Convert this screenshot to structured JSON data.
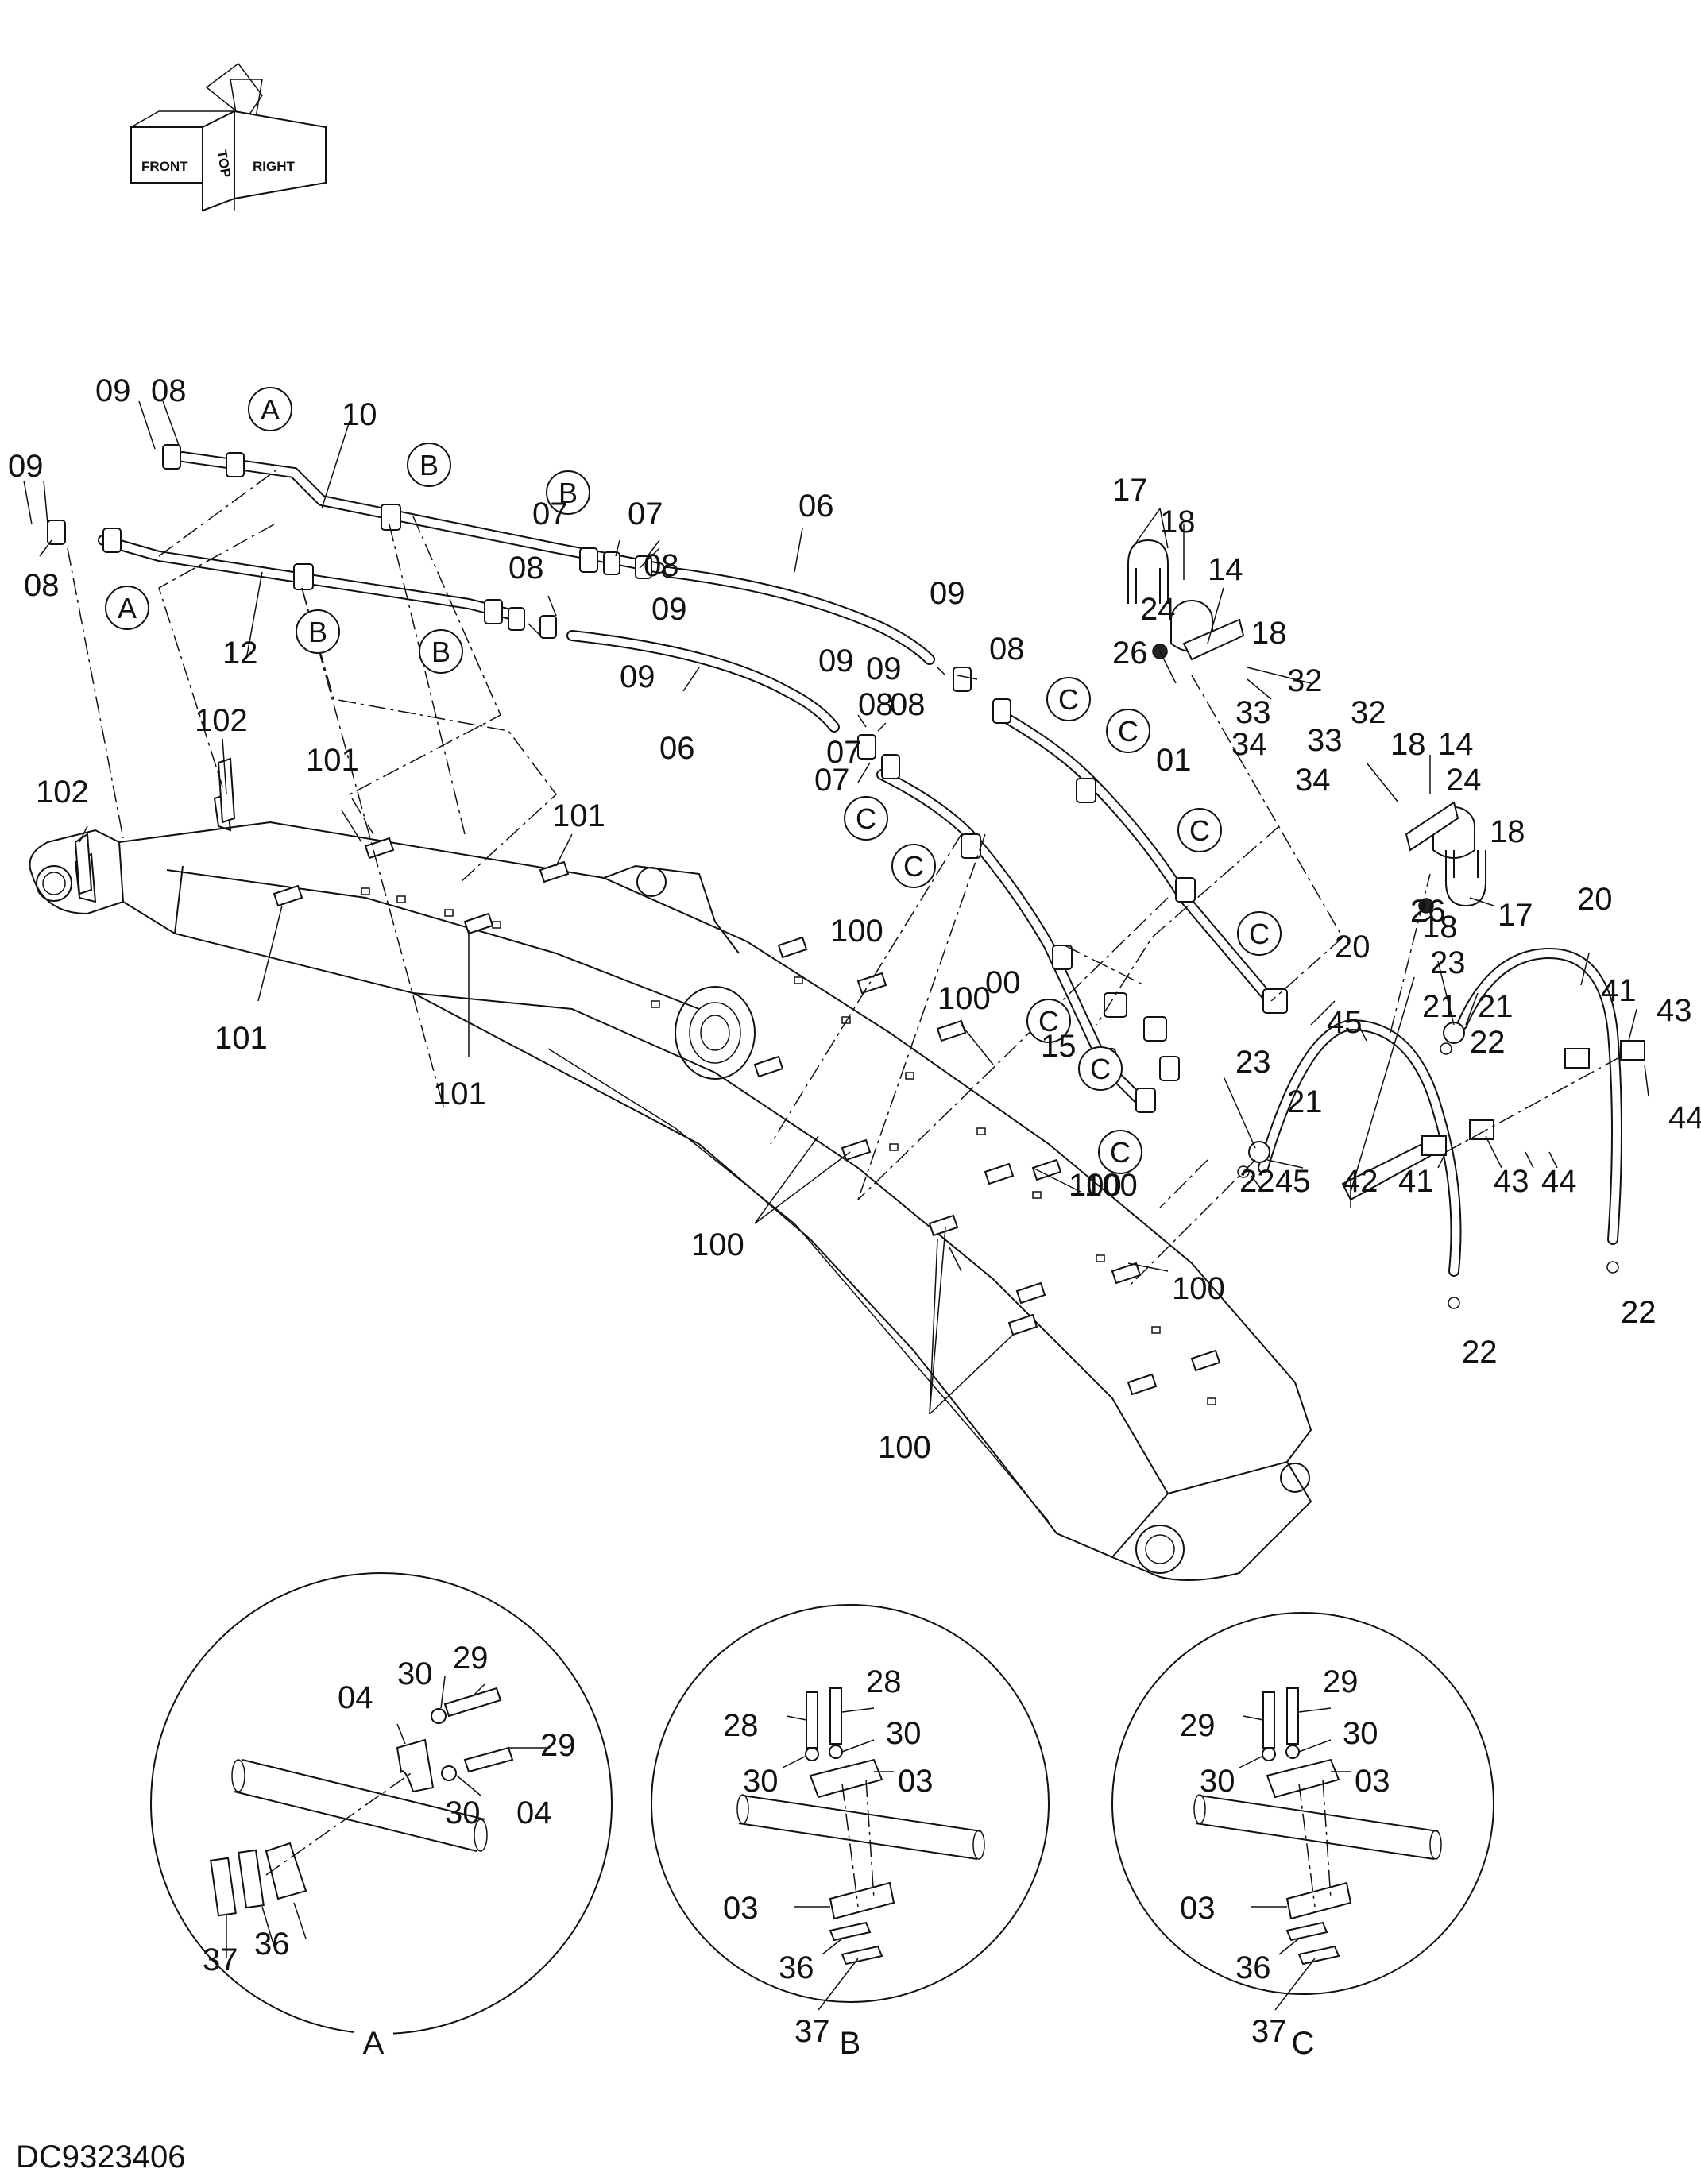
{
  "diagram": {
    "code": "DC9323406",
    "compass": {
      "front": "FRONT",
      "top": "TOP",
      "right": "RIGHT"
    },
    "callouts": [
      {
        "id": "c1",
        "text": "A"
      },
      {
        "id": "c2",
        "text": "A"
      },
      {
        "id": "c3",
        "text": "B"
      },
      {
        "id": "c4",
        "text": "B"
      },
      {
        "id": "c5",
        "text": "B"
      },
      {
        "id": "c6",
        "text": "B"
      },
      {
        "id": "c7",
        "text": "C"
      },
      {
        "id": "c8",
        "text": "C"
      },
      {
        "id": "c9",
        "text": "C"
      },
      {
        "id": "c10",
        "text": "C"
      },
      {
        "id": "c11",
        "text": "C"
      },
      {
        "id": "c12",
        "text": "C"
      },
      {
        "id": "c13",
        "text": "C"
      },
      {
        "id": "c14",
        "text": "C"
      },
      {
        "id": "c15",
        "text": "C"
      }
    ],
    "labels": [
      "09",
      "08",
      "09",
      "08",
      "10",
      "12",
      "07",
      "08",
      "09",
      "07",
      "08",
      "09",
      "06",
      "06",
      "09",
      "08",
      "09",
      "08",
      "07",
      "09",
      "08",
      "07",
      "00",
      "01",
      "15",
      "17",
      "18",
      "14",
      "18",
      "24",
      "26",
      "32",
      "33",
      "34",
      "32",
      "33",
      "34",
      "18",
      "14",
      "24",
      "18",
      "26",
      "18",
      "17",
      "20",
      "20",
      "23",
      "21",
      "21",
      "22",
      "23",
      "21",
      "22",
      "45",
      "45",
      "42",
      "41",
      "41",
      "43",
      "44",
      "43",
      "44",
      "22",
      "22",
      "102",
      "102",
      "101",
      "101",
      "101",
      "101",
      "100",
      "100",
      "100",
      "100",
      "100",
      "100",
      "100"
    ],
    "details": [
      {
        "caption": "A",
        "labels": [
          "29",
          "30",
          "04",
          "29",
          "30",
          "04",
          "37",
          "36"
        ]
      },
      {
        "caption": "B",
        "labels": [
          "28",
          "28",
          "30",
          "30",
          "03",
          "03",
          "36",
          "37"
        ]
      },
      {
        "caption": "C",
        "labels": [
          "29",
          "29",
          "30",
          "30",
          "03",
          "03",
          "36",
          "37"
        ]
      }
    ]
  }
}
